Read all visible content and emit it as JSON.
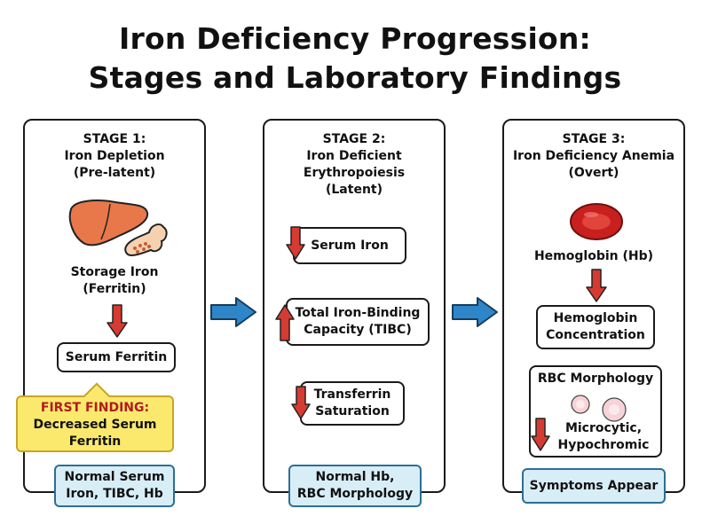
{
  "title": {
    "line1": "Iron Deficiency Progression:",
    "line2": "Stages and Laboratory Findings"
  },
  "stages": [
    {
      "stage_label": "STAGE 1:",
      "name": "Iron Depletion",
      "subtitle": "(Pre-latent)",
      "storage_label_line1": "Storage Iron",
      "storage_label_line2": "(Ferritin)",
      "finding_box": "Serum Ferritin",
      "callout_title": "FIRST FINDING:",
      "callout_line1": "Decreased Serum",
      "callout_line2": "Ferritin",
      "footer_line1": "Normal Serum",
      "footer_line2": "Iron, TIBC, Hb"
    },
    {
      "stage_label": "STAGE 2:",
      "name_line1": "Iron Deficient",
      "name_line2": "Erythropoiesis",
      "subtitle": "(Latent)",
      "marker1": "Serum Iron",
      "marker2_line1": "Total Iron-Binding",
      "marker2_line2": "Capacity (TIBC)",
      "marker3_line1": "Transferrin",
      "marker3_line2": "Saturation",
      "footer_line1": "Normal Hb,",
      "footer_line2": "RBC Morphology"
    },
    {
      "stage_label": "STAGE 3:",
      "name": "Iron Deficiency Anemia",
      "subtitle": "(Overt)",
      "hb_label": "Hemoglobin (Hb)",
      "hb_box_line1": "Hemoglobin",
      "hb_box_line2": "Concentration",
      "morph_title": "RBC Morphology",
      "morph_line1": "Microcytic,",
      "morph_line2": "Hypochromic",
      "footer": "Symptoms Appear"
    }
  ],
  "icons": {
    "liver": "liver-icon",
    "bone": "bone-marrow-icon",
    "rbc": "red-blood-cell-icon",
    "small_cells": "microcytic-cell-icon",
    "down_arrow": "down-arrow-icon",
    "up_arrow": "up-arrow-icon",
    "flow_arrow": "flow-arrow-icon"
  },
  "colors": {
    "arrow_red": "#d63b32",
    "flow_blue": "#2e86c9",
    "callout_yellow": "#fbe96e",
    "footer_blue": "#d8eef7",
    "liver_orange": "#e8774a",
    "rbc_red": "#c8201e"
  }
}
